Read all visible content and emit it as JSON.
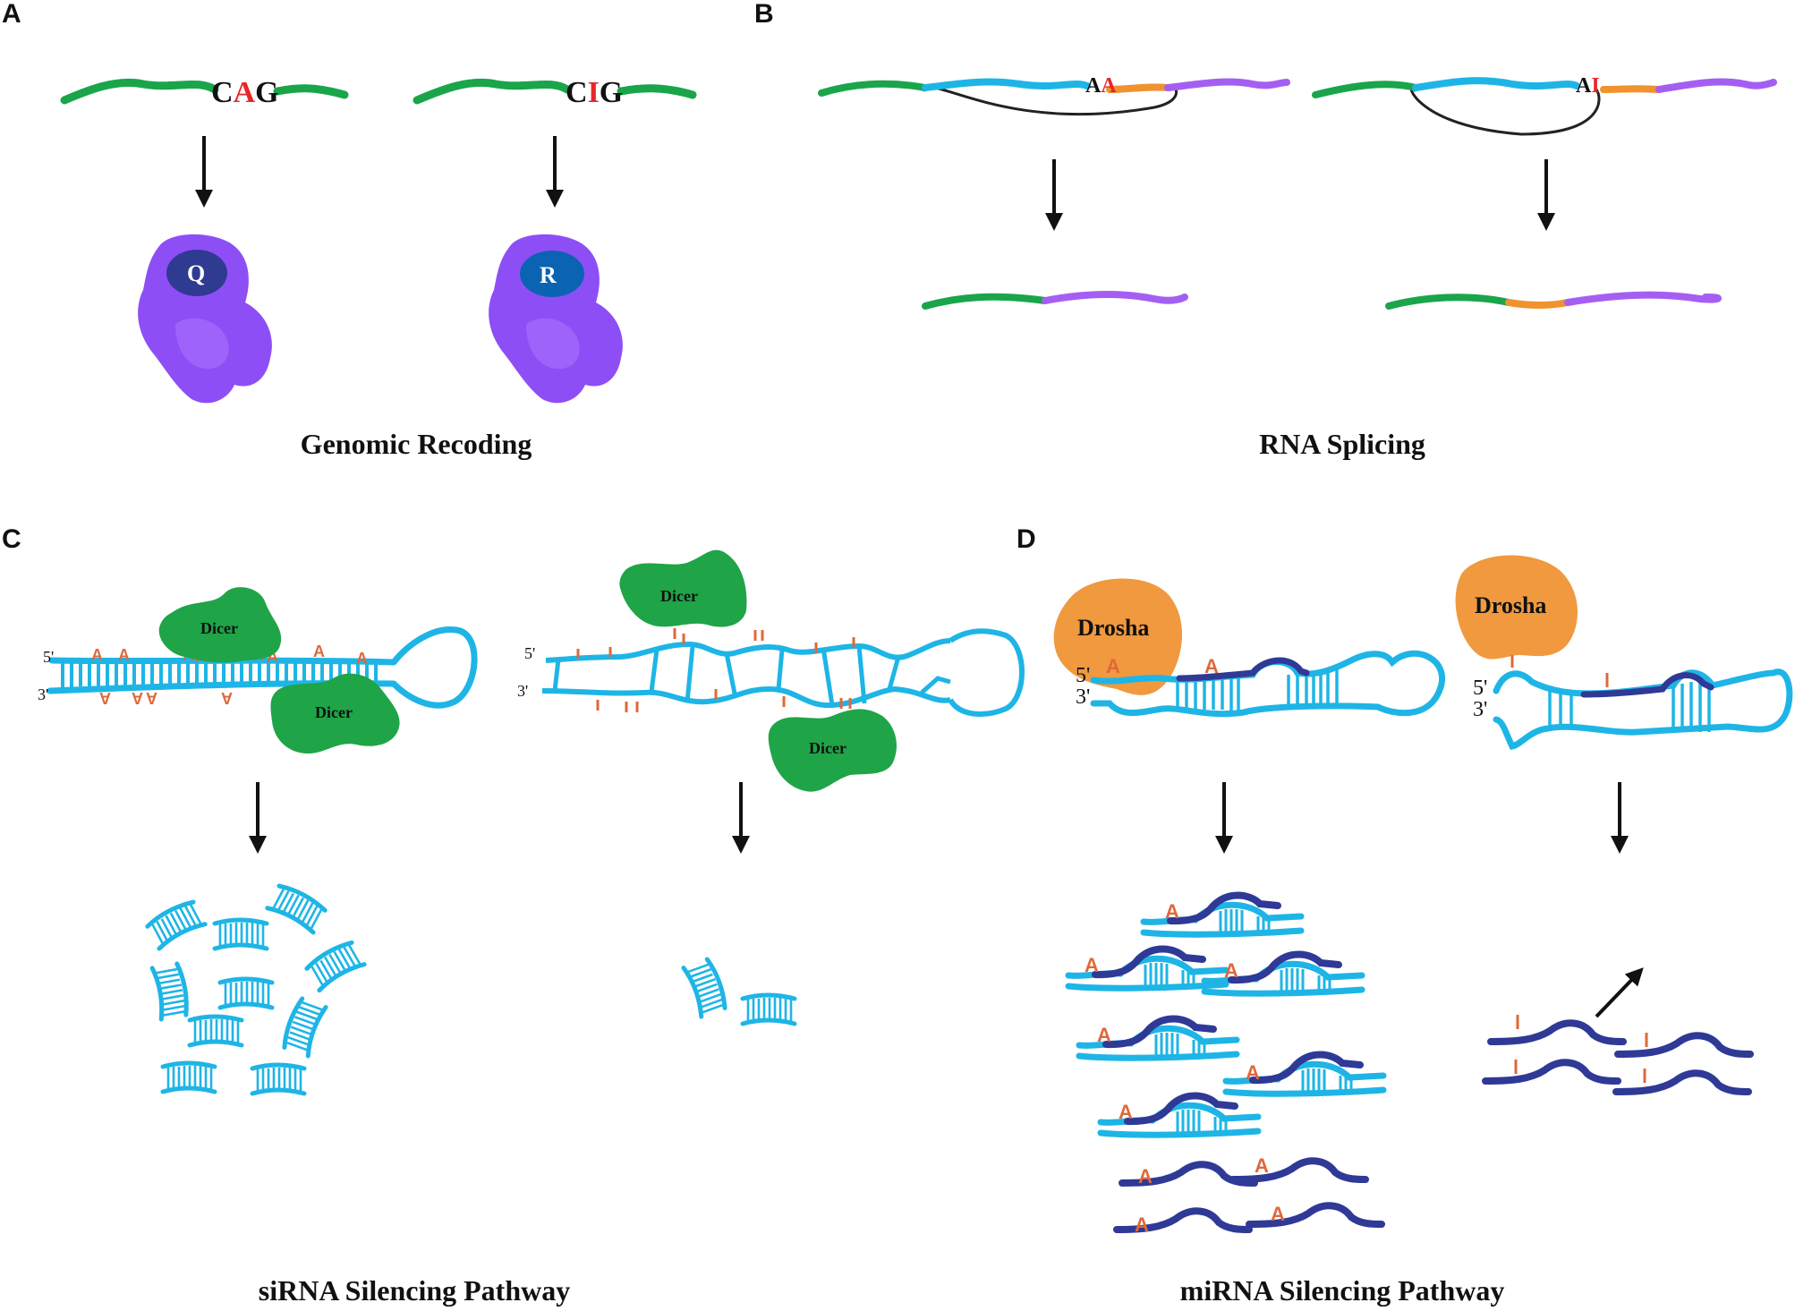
{
  "panels": {
    "a": {
      "letter": "A",
      "caption": "Genomic Recoding",
      "codon_left": {
        "first": "C",
        "edited": "A",
        "last": "G"
      },
      "codon_right": {
        "first": "C",
        "edited": "I",
        "last": "G"
      },
      "aa_left": "Q",
      "aa_right": "R"
    },
    "b": {
      "letter": "B",
      "caption": "RNA Splicing",
      "site_left": {
        "first": "A",
        "edited": "A"
      },
      "site_right": {
        "first": "A",
        "edited": "I"
      }
    },
    "c": {
      "letter": "C",
      "caption": "siRNA Silencing Pathway",
      "enzyme": "Dicer",
      "five_prime": "5'",
      "three_prime": "3'",
      "edit_mark": "A"
    },
    "d": {
      "letter": "D",
      "caption": "miRNA Silencing Pathway",
      "enzyme": "Drosha",
      "five_prime": "5'",
      "three_prime": "3'",
      "edit_mark": "A"
    }
  },
  "colors": {
    "green": "#1aa54a",
    "cyan": "#1eb5e6",
    "orange": "#f0922e",
    "purple": "#a45ff2",
    "edit_red": "#e8262a",
    "edit_orange": "#e0683a",
    "protein": "#8e4ef6",
    "protein_light": "#9d63fa",
    "pocket_q": "#2f3a91",
    "pocket_r": "#0a63b3",
    "dicer": "#1fa447",
    "drosha": "#f0993f",
    "mirna": "#2f3996"
  },
  "icons": [
    "down-arrow-icon",
    "protein-icon",
    "dicer-icon",
    "drosha-icon",
    "release-arrow-icon"
  ]
}
